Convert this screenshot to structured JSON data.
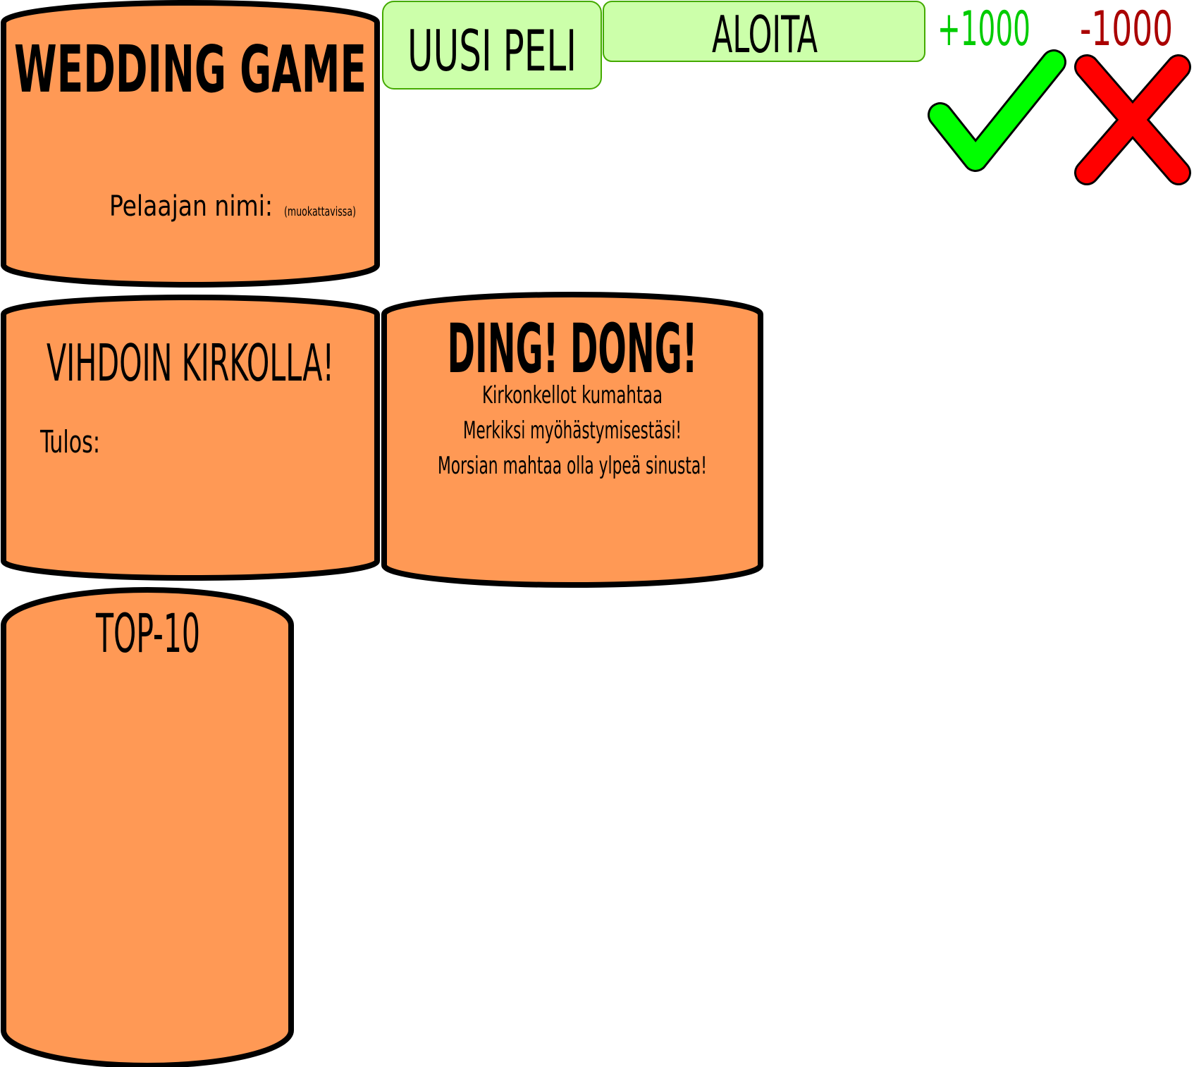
{
  "title_panel": {
    "title": "WEDDING GAME",
    "player_label": "Pelaajan nimi:",
    "player_note": "(muokattavissa)"
  },
  "toolbar": {
    "new_game_label": "UUSI PELI",
    "start_label": "ALOITA"
  },
  "scores": {
    "plus_label": "+1000",
    "minus_label": "-1000",
    "plus_color": "#00cc00",
    "minus_color": "#aa0000"
  },
  "icons": {
    "correct": "check-icon",
    "wrong": "cross-icon",
    "correct_color": "#00ff00",
    "wrong_color": "#ff0000"
  },
  "result_panel": {
    "title": "VIHDOIN KIRKOLLA!",
    "score_label": "Tulos:"
  },
  "message_panel": {
    "title": "DING! DONG!",
    "lines": [
      "Kirkonkellot kumahtaa",
      "Merkiksi myöhästymisestäsi!",
      "Morsian mahtaa olla ylpeä sinusta!"
    ]
  },
  "leaderboard_panel": {
    "title": "TOP-10"
  },
  "colors": {
    "panel_fill": "#ff9955",
    "button_fill": "#ccffaa",
    "button_border": "#44aa00"
  }
}
